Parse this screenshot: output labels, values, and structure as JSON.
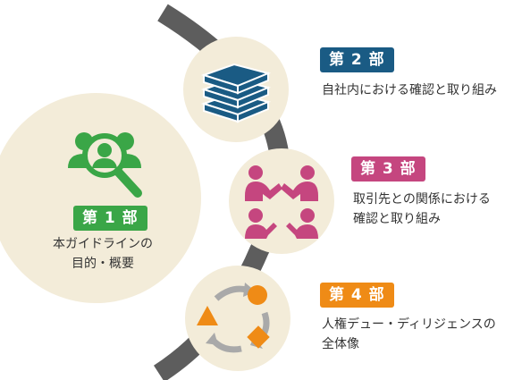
{
  "colors": {
    "part1": "#3aa647",
    "part2": "#1a5b84",
    "part3": "#c5467f",
    "part4": "#ef8b16",
    "circle_bg": "#f3ecd9",
    "arc": "#5d5d5d"
  },
  "parts": [
    {
      "badge": "第 1 部",
      "lines": [
        "本ガイドラインの",
        "目的・概要"
      ],
      "icon": "magnifier-people-icon"
    },
    {
      "badge": "第 2 部",
      "lines": [
        "自社内における確認と取り組み"
      ],
      "icon": "books-stack-icon"
    },
    {
      "badge": "第 3 部",
      "lines": [
        "取引先との関係における",
        "確認と取り組み"
      ],
      "icon": "people-connection-icon"
    },
    {
      "badge": "第 4 部",
      "lines": [
        "人権デュー・ディリジェンスの",
        "全体像"
      ],
      "icon": "cycle-shapes-icon"
    }
  ]
}
